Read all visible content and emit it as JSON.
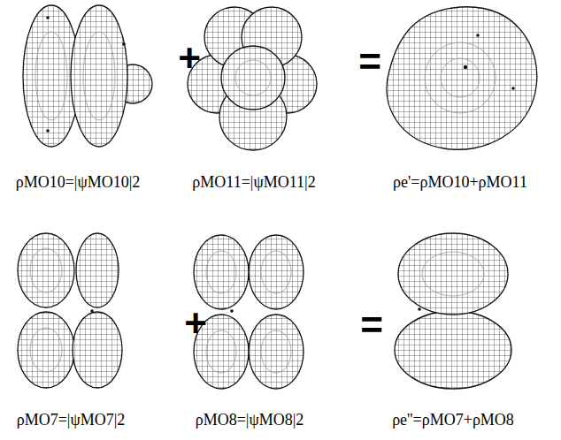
{
  "diagram": {
    "labels": [
      "+",
      "=",
      "ρMO10=|ψMO10|2",
      "ρMO11=|ψMO11|2",
      "ρe'=ρMO10+ρMO11",
      "+",
      "=",
      "ρMO7=|ψMO7|2",
      "ρMO8=|ψMO8|2",
      "ρe''=ρMO7+ρMO8"
    ]
  }
}
